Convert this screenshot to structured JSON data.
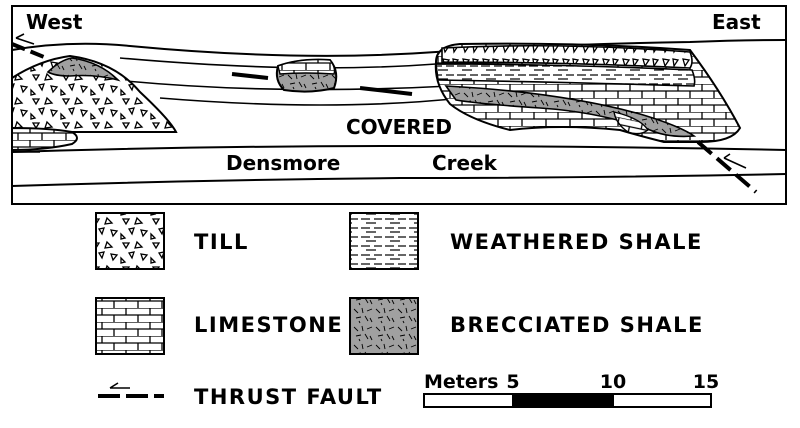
{
  "cross_section": {
    "west_label": "West",
    "east_label": "East",
    "covered_label": "COVERED",
    "creek_name_1": "Densmore",
    "creek_name_2": "Creek"
  },
  "legend": {
    "items": [
      {
        "key": "till",
        "label": "TILL"
      },
      {
        "key": "weathered_shale",
        "label": "WEATHERED SHALE"
      },
      {
        "key": "limestone",
        "label": "LIMESTONE"
      },
      {
        "key": "brecciated_shale",
        "label": "BRECCIATED SHALE"
      },
      {
        "key": "thrust_fault",
        "label": "THRUST FAULT"
      }
    ],
    "colors": {
      "line": "#000000",
      "paper": "#ffffff",
      "brecciated_shale_fill": "#a0a0a0"
    }
  },
  "scale_bar": {
    "unit_label": "Meters",
    "tick_labels": [
      "5",
      "10",
      "15"
    ],
    "tick_values": [
      5,
      10,
      15
    ]
  }
}
